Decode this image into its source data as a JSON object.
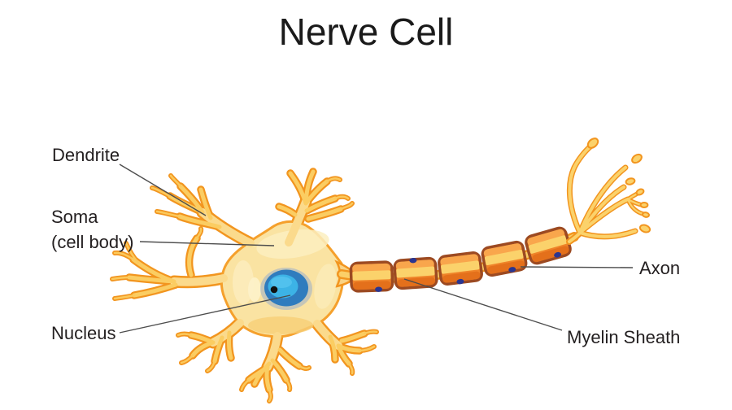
{
  "title": "Nerve Cell",
  "labels": {
    "dendrite": "Dendrite",
    "soma": "Soma",
    "soma_sub": "(cell body)",
    "nucleus": "Nucleus",
    "axon": "Axon",
    "myelin_sheath": "Myelin Sheath"
  },
  "diagram": {
    "myelin_segment_count": 5,
    "schwann_cell_dot_count": 5,
    "terminal_bulb_count": 7,
    "colors": {
      "background": "#FFFFFF",
      "title_text": "#1A1A1A",
      "label_text": "#231F20",
      "leader_line": "#4D4D4D",
      "dendrite_outline": "#F2951F",
      "dendrite_core": "#FBCD62",
      "soma_fill": "#FAE3A2",
      "soma_stroke": "#F5A02C",
      "soma_highlight": "#FCEEC0",
      "nucleus_halo": "#8FA9CE",
      "nucleus_outer": "#2F7CBE",
      "nucleus_inner": "#3CB3E6",
      "nucleolus": "#111111",
      "axon_stripe": "#FBD26B",
      "myelin_border": "#9C4A22",
      "myelin_fill": "#EF8329",
      "myelin_light_band": "#F9A64C",
      "myelin_dark_band": "#E26E1A",
      "schwann_dot": "#2A3590"
    }
  }
}
